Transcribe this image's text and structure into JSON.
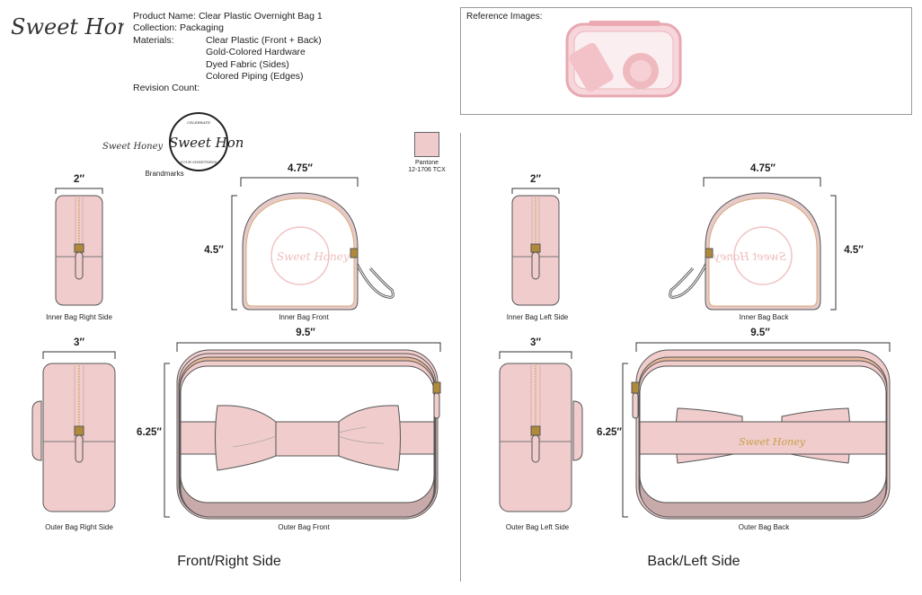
{
  "brand": {
    "logo_text": "Sweet Honey",
    "badge_top": "CELEBRATE",
    "badge_bottom": "YOUR SWEETNESS",
    "brandmarks_label": "Brandmarks"
  },
  "info": {
    "product_name": "Product Name: Clear Plastic Overnight Bag 1",
    "collection": "Collection: Packaging",
    "materials_label": "Materials:",
    "materials": [
      "Clear Plastic (Front + Back)",
      "Gold-Colored Hardware",
      "Dyed Fabric (Sides)",
      "Colored Piping (Edges)"
    ],
    "revision_count": "Revision Count:"
  },
  "reference": {
    "title": "Reference Images:"
  },
  "pantone": {
    "line1": "Pantone",
    "line2": "12-1706 TCX",
    "color": "#efcbcb"
  },
  "colors": {
    "pink": "#f0cccc",
    "dark_pink": "#c9aaaa",
    "gold": "#c9a04a",
    "outline": "#555555"
  },
  "views": {
    "inner_right_side": {
      "label": "Inner Bag Right Side",
      "width": "2″"
    },
    "inner_front": {
      "label": "Inner Bag Front",
      "width": "4.75″",
      "height": "4.5″"
    },
    "outer_right_side": {
      "label": "Outer Bag Right Side",
      "width": "3″"
    },
    "outer_front": {
      "label": "Outer Bag Front",
      "width": "9.5″",
      "height": "6.25″"
    },
    "inner_left_side": {
      "label": "Inner Bag Left Side",
      "width": "2″"
    },
    "inner_back": {
      "label": "Inner Bag Back",
      "width": "4.75″",
      "height": "4.5″"
    },
    "outer_left_side": {
      "label": "Outer Bag Left Side",
      "width": "3″"
    },
    "outer_back": {
      "label": "Outer Bag Back",
      "width": "9.5″",
      "height": "6.25″"
    }
  },
  "sections": {
    "front": "Front/Right Side",
    "back": "Back/Left Side"
  }
}
